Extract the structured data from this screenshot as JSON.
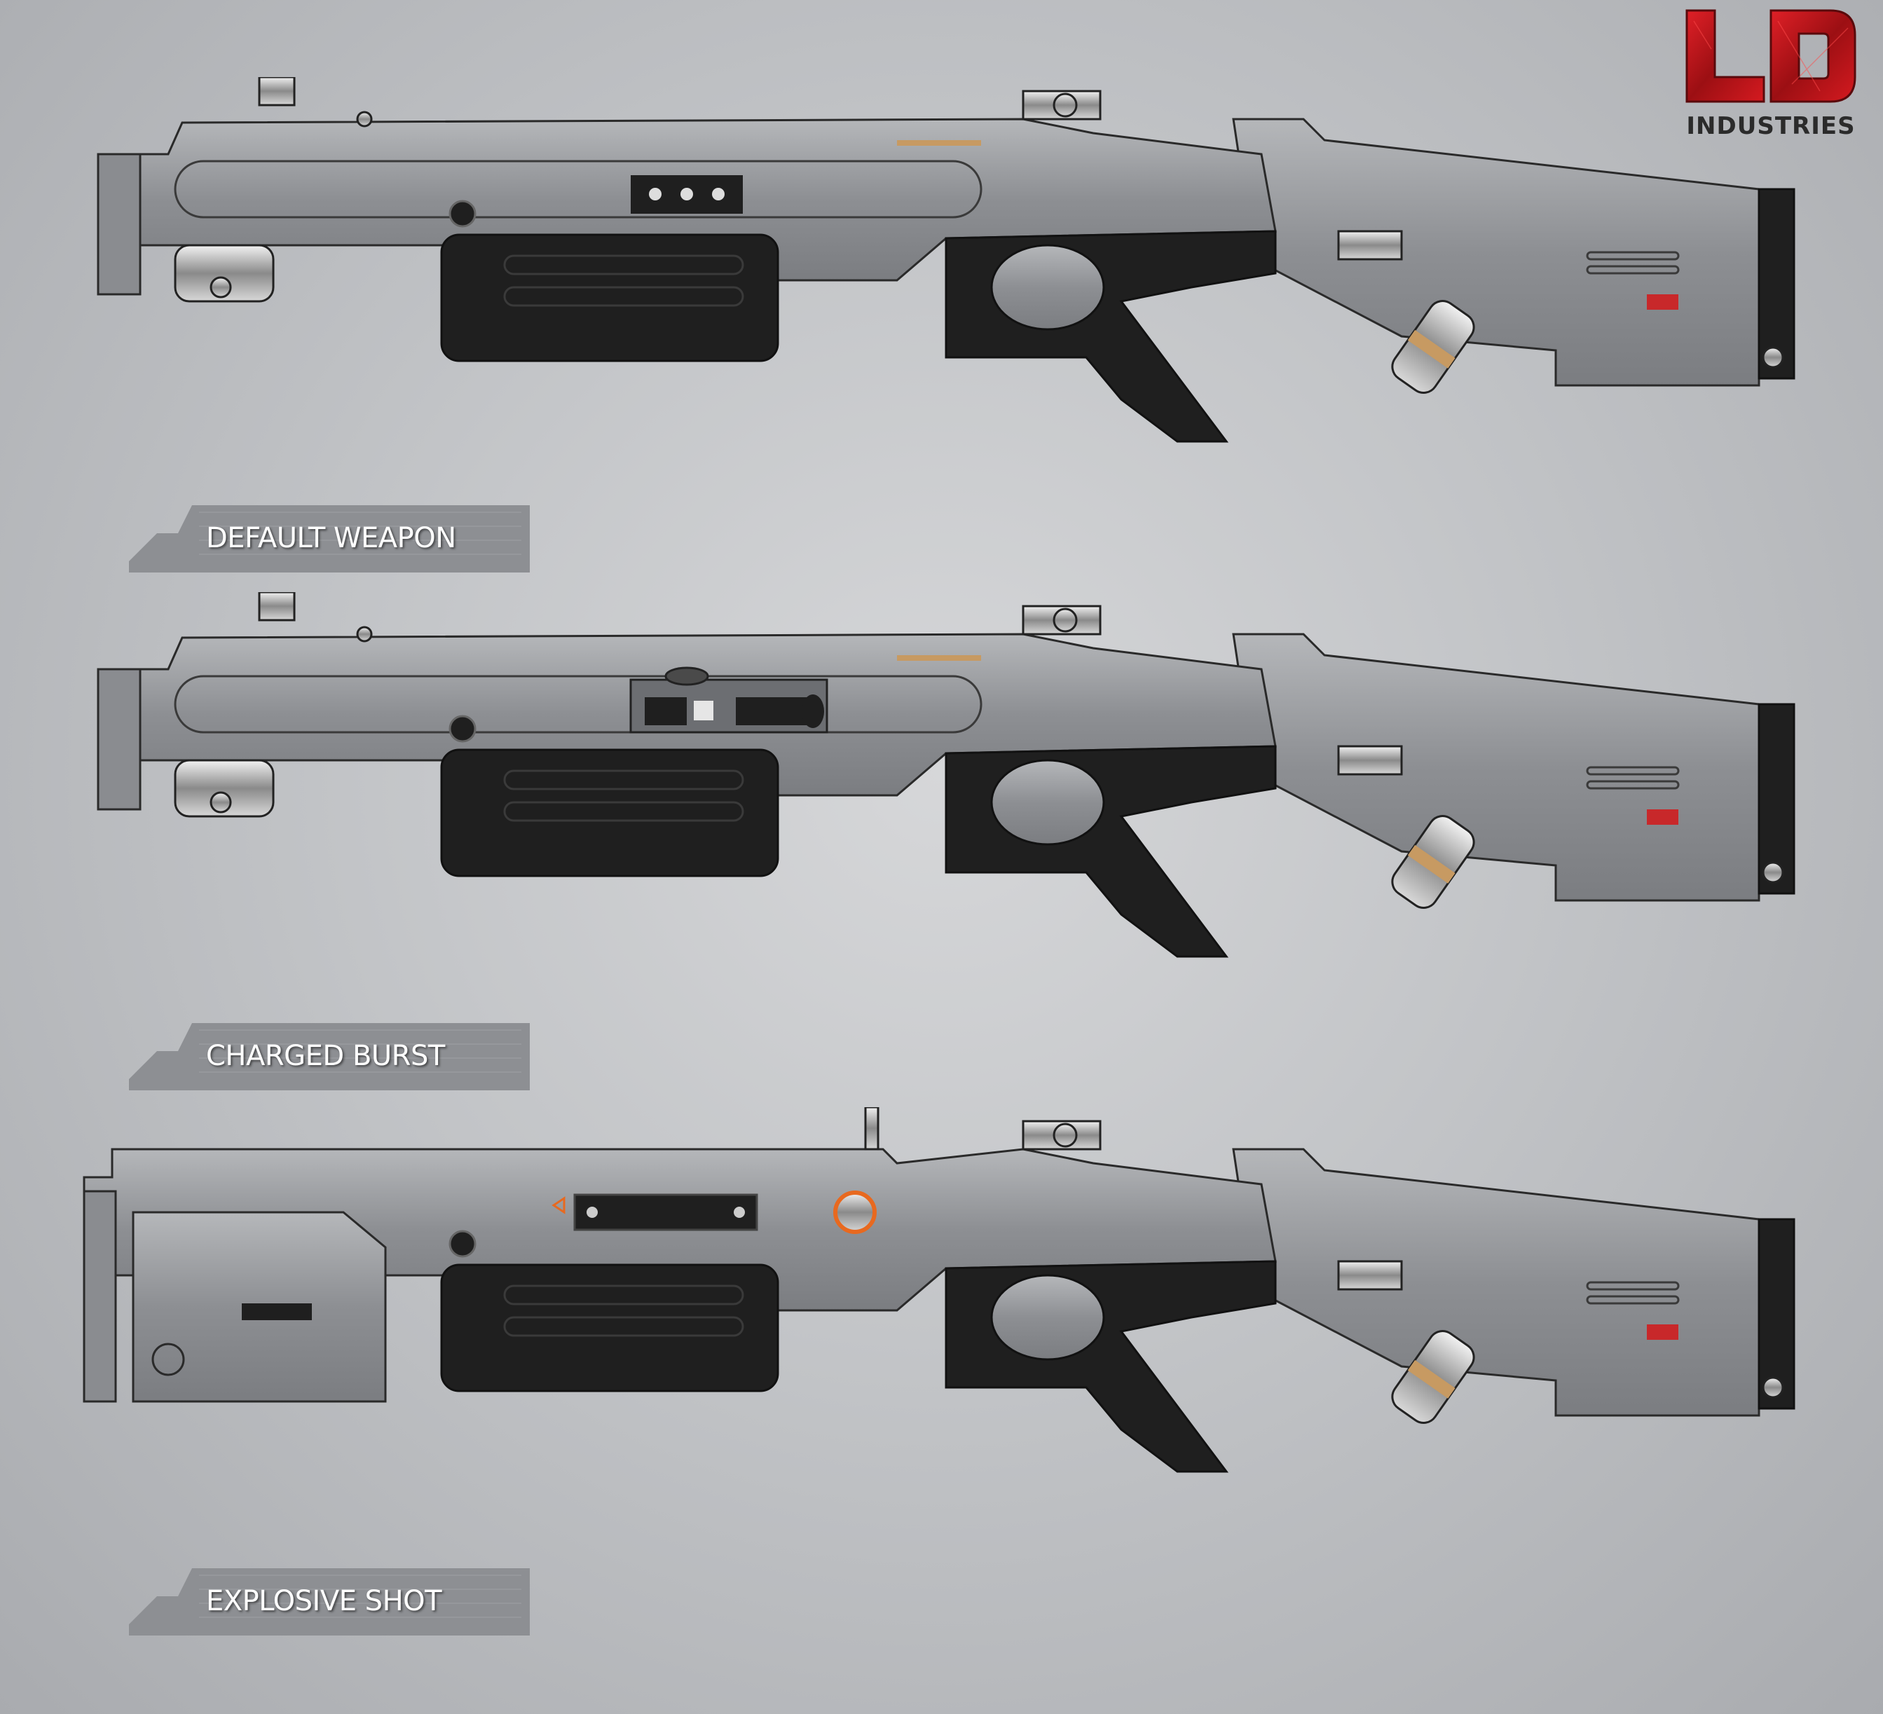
{
  "brand": {
    "letters": "LD",
    "sub": "INDUSTRIES",
    "accent": "#c4161c"
  },
  "colors": {
    "metal": "#8e9094",
    "metal_light": "#b3b5b8",
    "dark": "#1f1f1f",
    "outline": "#2a2a2a",
    "orange": "#e8691f",
    "tan": "#c79a62",
    "red": "#c8282a"
  },
  "variants": [
    {
      "label": "DEFAULT WEAPON"
    },
    {
      "label": "CHARGED BURST"
    },
    {
      "label": "EXPLOSIVE SHOT"
    }
  ]
}
